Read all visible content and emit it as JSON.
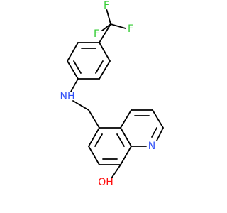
{
  "molecule": {
    "atoms": [
      {
        "id": "F1",
        "label": "F",
        "color": "#33cc33"
      },
      {
        "id": "F2",
        "label": "F",
        "color": "#33cc33"
      },
      {
        "id": "F3",
        "label": "F",
        "color": "#33cc33"
      },
      {
        "id": "NH",
        "label": "NH",
        "color": "#3050f8"
      },
      {
        "id": "N",
        "label": "N",
        "color": "#3050f8"
      },
      {
        "id": "OH",
        "label": "OH",
        "color": "#ff0d0d"
      }
    ]
  }
}
